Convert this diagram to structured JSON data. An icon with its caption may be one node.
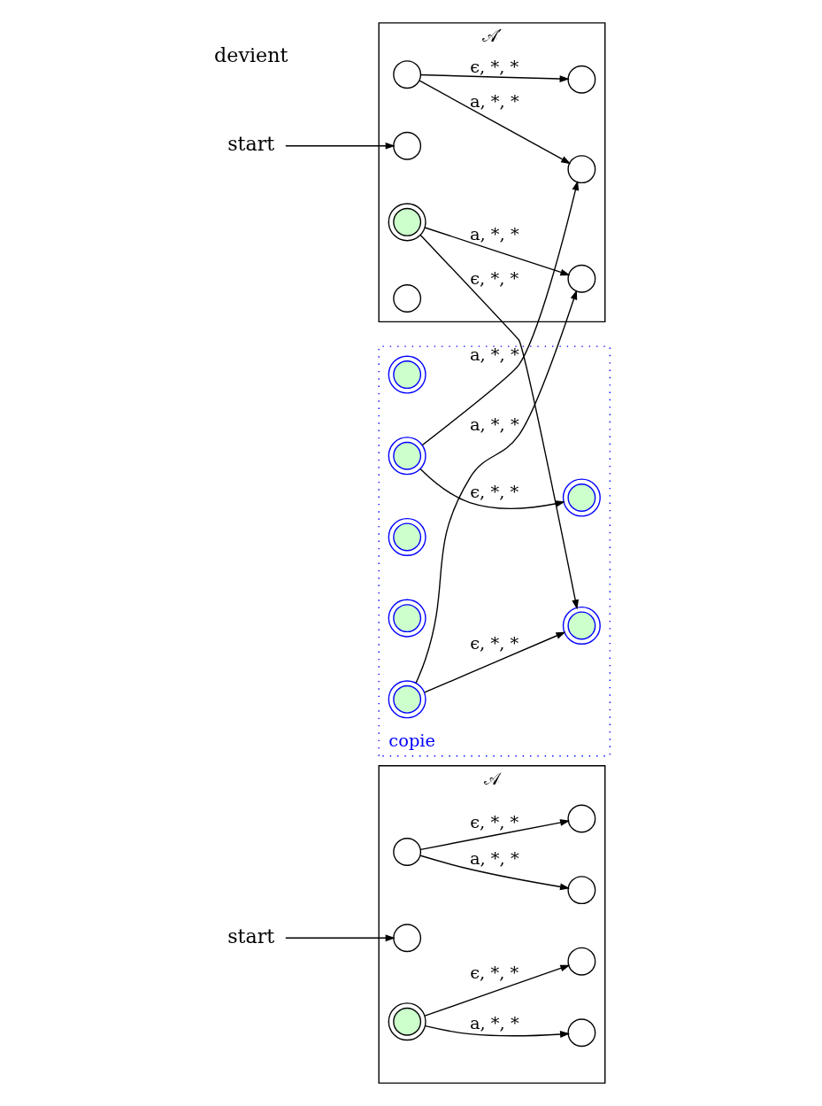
{
  "diagram": {
    "nodes": [
      {
        "text": [
          "𝒜"
        ]
      },
      {
        "text": [],
        "shape": "circle",
        "in": 0
      },
      {
        "text": [],
        "shape": "circle",
        "in": 0
      },
      {
        "text": [],
        "shape": "circle",
        "in": 0
      },
      {
        "text": [
          "start"
        ]
      },
      {
        "text": [],
        "shape": "circle",
        "in": 0
      },
      {
        "text": [],
        "shape": "circle",
        "in": 0
      },
      {
        "text": [],
        "shape": "circle",
        "in": 0
      },
      {
        "text": [],
        "shape": "circle",
        "in": 0
      },
      {
        "text": [
          "𝒜′"
        ]
      },
      {
        "text": [],
        "shape": "circle",
        "in": 9
      },
      {
        "text": [],
        "shape": "circle",
        "in": 9
      },
      {
        "text": [],
        "shape": "circle",
        "in": 9
      },
      {
        "text": [
          "start"
        ]
      },
      {
        "text": [],
        "shape": "circle",
        "in": 9
      },
      {
        "text": [],
        "shape": "circle",
        "in": 9
      },
      {
        "text": [],
        "shape": "circle",
        "in": 9
      },
      {
        "text": [],
        "shape": "circle",
        "in": 9
      },
      {
        "text": [
          "copie"
        ]
      },
      {
        "text": [],
        "shape": "circle",
        "in": 18
      },
      {
        "text": [],
        "shape": "circle",
        "in": 18
      },
      {
        "text": [],
        "shape": "circle",
        "in": 18
      },
      {
        "text": [],
        "shape": "circle",
        "in": 18
      },
      {
        "text": [],
        "shape": "circle",
        "in": 18
      },
      {
        "text": [],
        "shape": "circle",
        "in": 18
      },
      {
        "text": [],
        "shape": "circle",
        "in": 18
      }
    ],
    "edges": [
      {
        "from": 1,
        "to": 2,
        "arrow": "to",
        "label": "a, *, *"
      },
      {
        "from": 1,
        "to": 3,
        "arrow": "to",
        "label": "ϵ, *, *"
      },
      {
        "from": 4,
        "to": 5,
        "arrow": "to"
      },
      {
        "from": 6,
        "to": 7,
        "arrow": "to",
        "label": "a, *, *"
      },
      {
        "from": 6,
        "to": 8,
        "arrow": "to",
        "label": "ϵ, *, *"
      },
      {
        "from": 10,
        "to": 11,
        "arrow": "to",
        "label": "a, *, *"
      },
      {
        "from": 10,
        "to": 12,
        "arrow": "to",
        "label": "ϵ, *, *"
      },
      {
        "from": 13,
        "to": 14,
        "arrow": "to"
      },
      {
        "from": 15,
        "to": 16,
        "arrow": "to",
        "label": "a, *, *"
      },
      {
        "from": 20,
        "to": 21,
        "arrow": "to",
        "label": "ϵ, *, *"
      },
      {
        "from": 24,
        "to": 25,
        "arrow": "to",
        "label": "ϵ, *, *"
      },
      {
        "from": 20,
        "to": 11,
        "arrow": "to",
        "label": "a, *, *"
      },
      {
        "from": 24,
        "to": 16,
        "arrow": "to",
        "label": "a, *, *"
      },
      {
        "from": 15,
        "to": 25,
        "arrow": "to",
        "label": "ϵ, *, *"
      }
    ],
    "labels": [
      "devient"
    ]
  }
}
